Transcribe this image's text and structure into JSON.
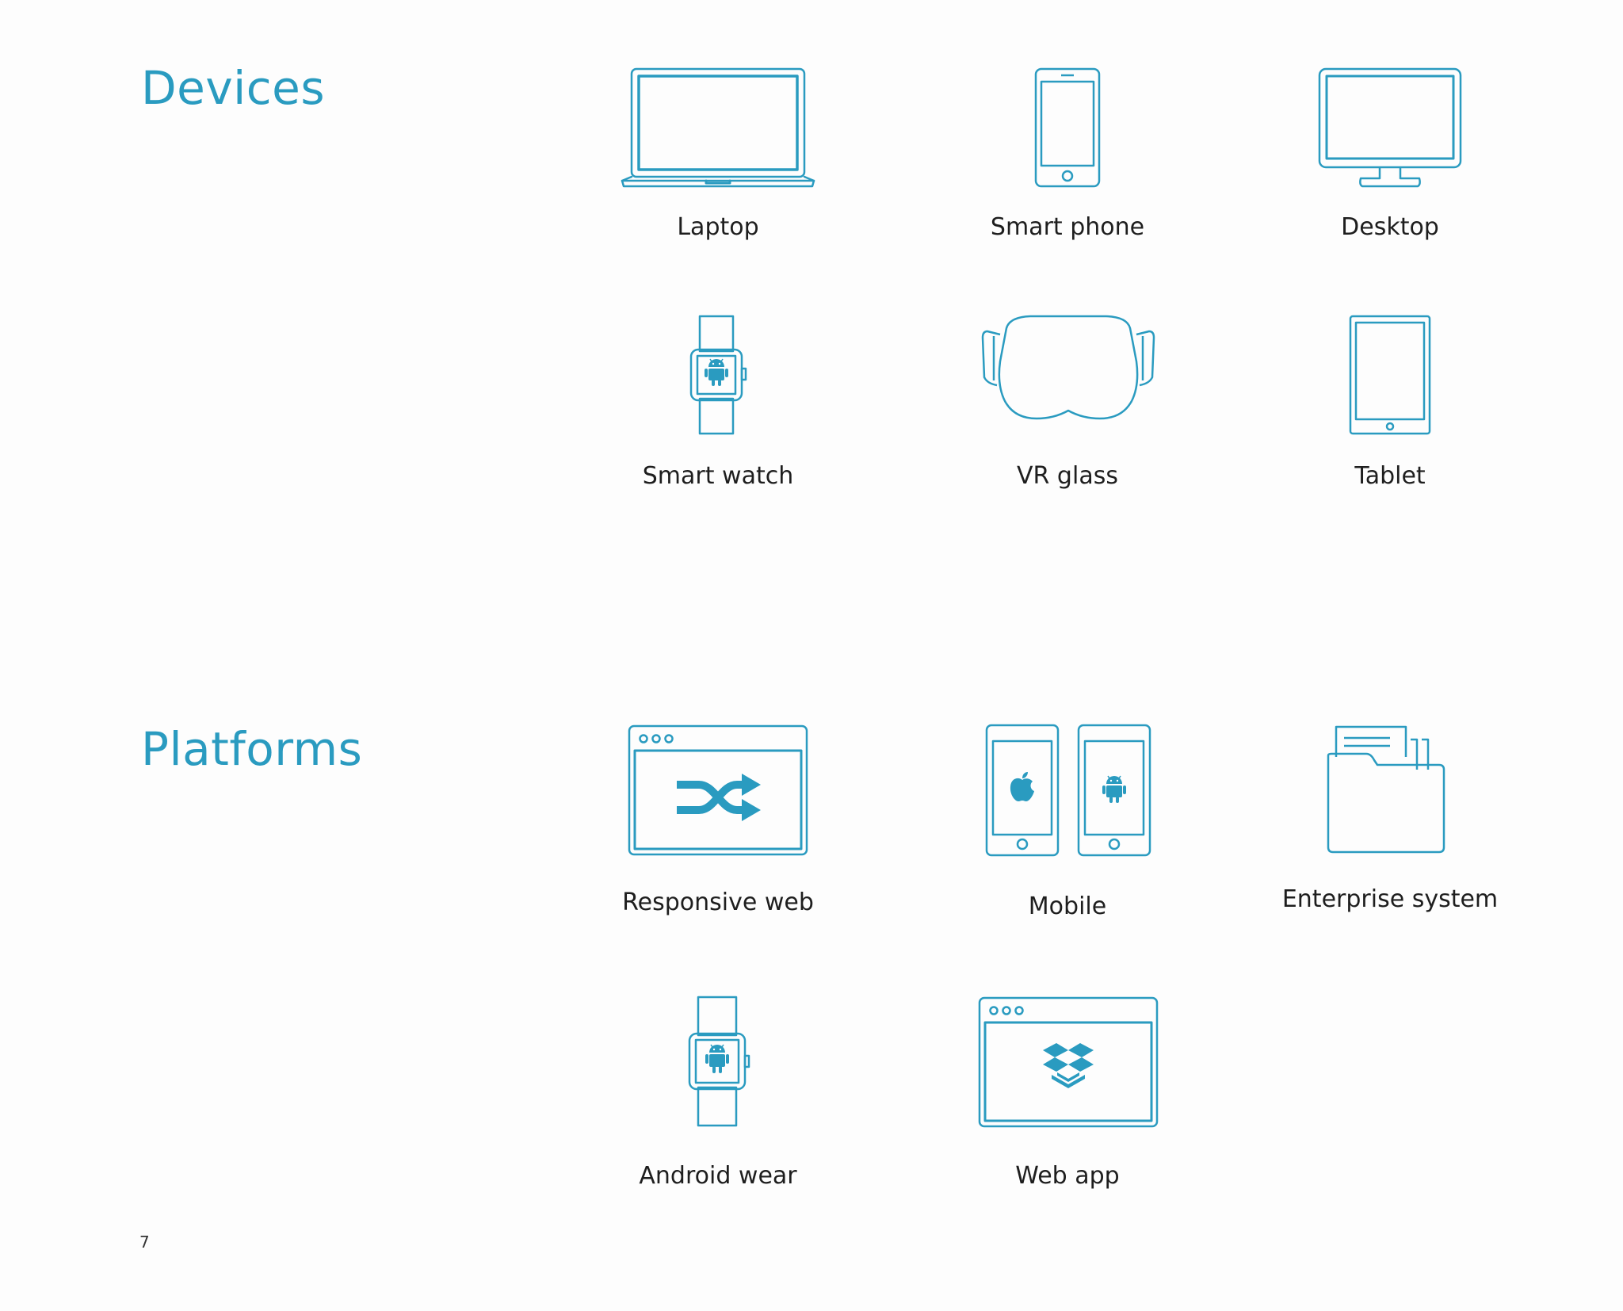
{
  "sections": {
    "devices": {
      "title": "Devices",
      "items": {
        "laptop": {
          "label": "Laptop",
          "icon": "laptop-icon"
        },
        "smart_phone": {
          "label": "Smart phone",
          "icon": "smartphone-icon"
        },
        "desktop": {
          "label": "Desktop",
          "icon": "desktop-monitor-icon"
        },
        "smart_watch": {
          "label": "Smart watch",
          "icon": "smartwatch-icon"
        },
        "vr_glass": {
          "label": "VR glass",
          "icon": "vr-headset-icon"
        },
        "tablet": {
          "label": "Tablet",
          "icon": "tablet-icon"
        }
      }
    },
    "platforms": {
      "title": "Platforms",
      "items": {
        "responsive_web": {
          "label": "Responsive web",
          "icon": "browser-shuffle-icon"
        },
        "mobile": {
          "label": "Mobile",
          "icon": "ios-android-phones-icon"
        },
        "enterprise_system": {
          "label": "Enterprise system",
          "icon": "folder-documents-icon"
        },
        "android_wear": {
          "label": "Android wear",
          "icon": "android-watch-icon"
        },
        "web_app": {
          "label": "Web app",
          "icon": "browser-dropbox-icon"
        }
      }
    }
  },
  "page_number": "7",
  "colors": {
    "accent": "#2a9bc0",
    "text": "#1e1e1e",
    "background": "#fdfdfd"
  }
}
